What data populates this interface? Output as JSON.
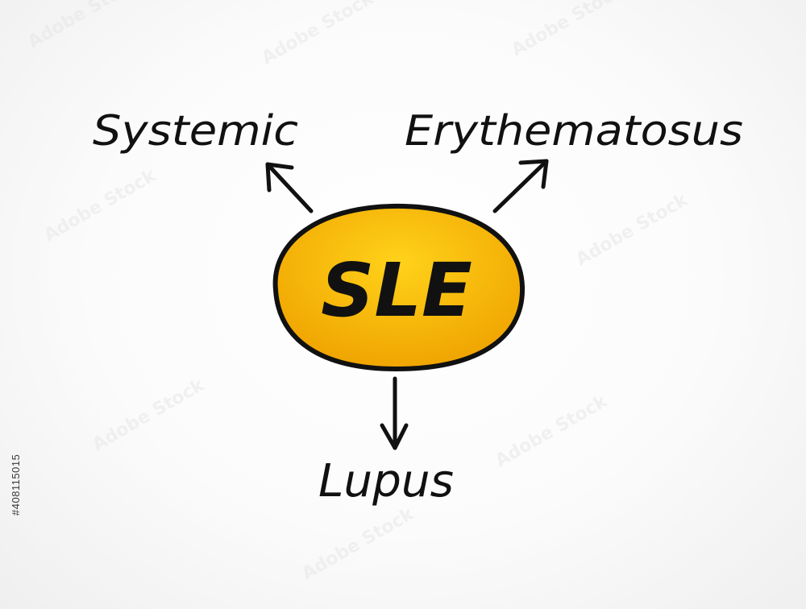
{
  "center": {
    "label": "SLE",
    "fill_top": "#ffd21a",
    "fill_bottom": "#f0a400",
    "outline": "#111111"
  },
  "terms": {
    "top_left": "Systemic",
    "top_right": "Erythematosus",
    "bottom": "Lupus"
  },
  "stock_id": "#408115015",
  "watermark_text": "Adobe Stock",
  "colors": {
    "ink": "#111111",
    "background": "#ffffff"
  }
}
